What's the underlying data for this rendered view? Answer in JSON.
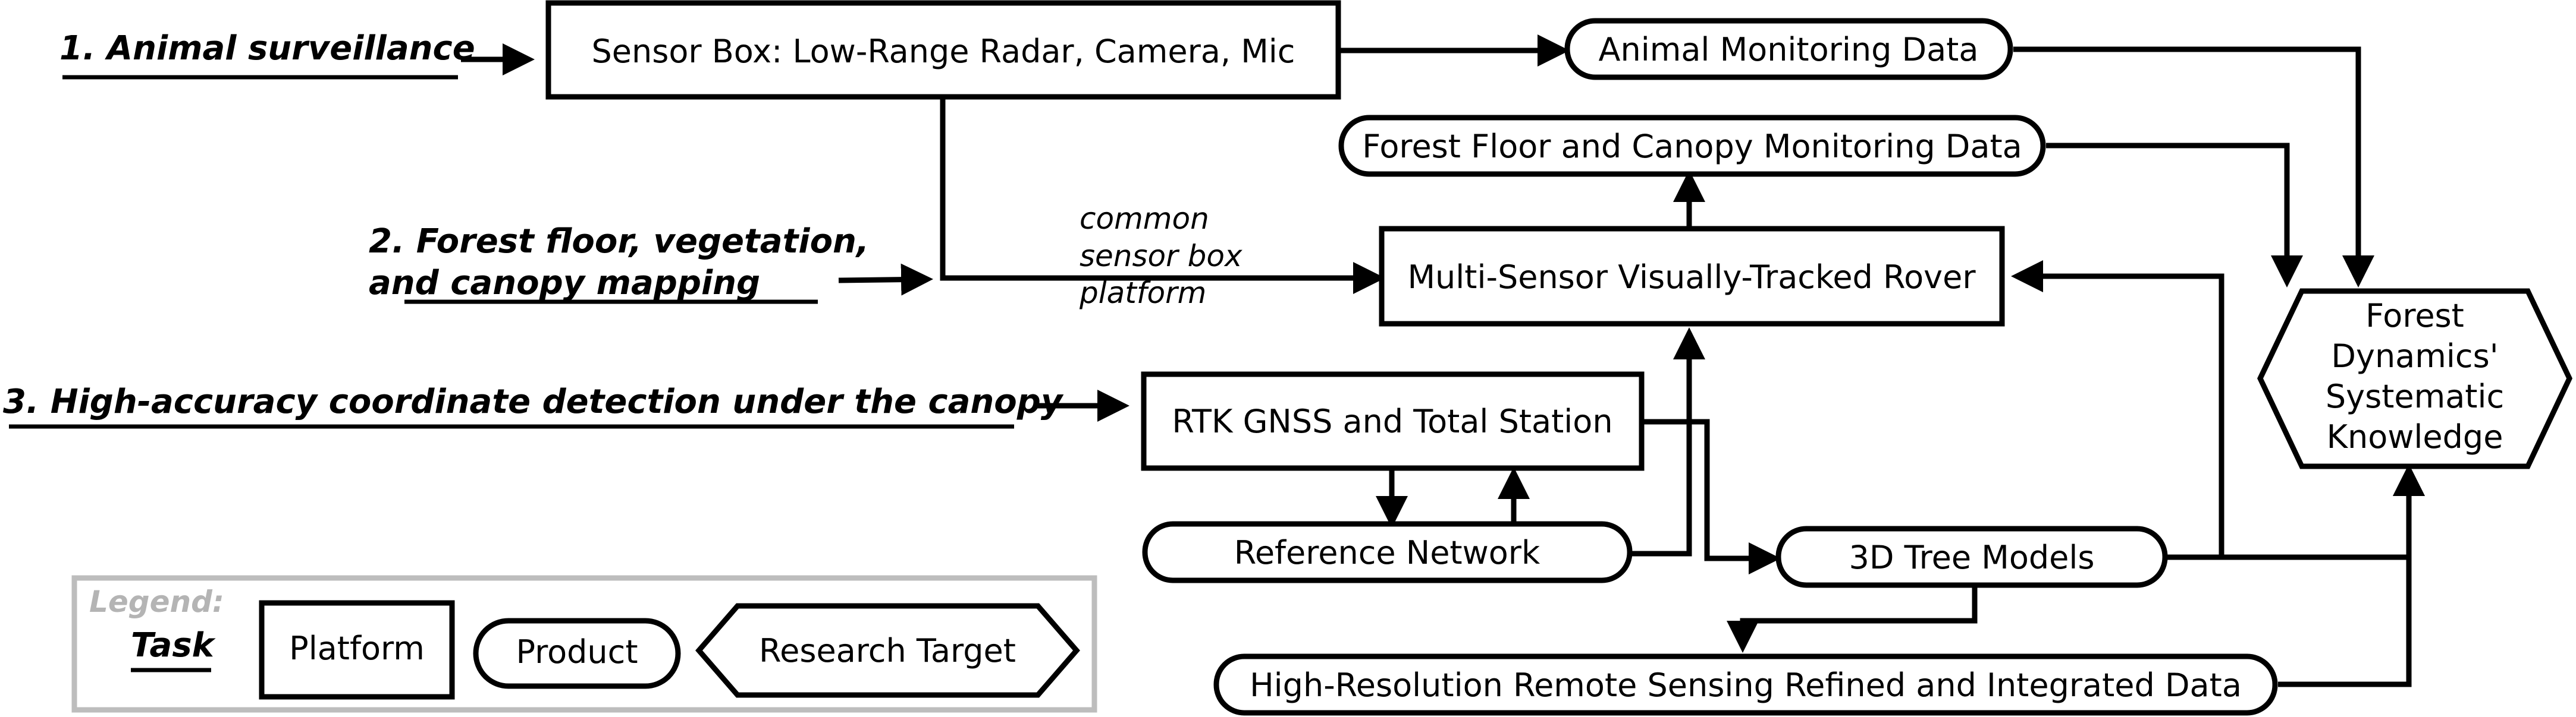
{
  "tasks": {
    "t1": "1. Animal surveillance",
    "t2_line1": "2. Forest floor, vegetation,",
    "t2_line2": "and canopy mapping",
    "t3": "3. High-accuracy coordinate detection under the canopy"
  },
  "platforms": {
    "sensor_box": "Sensor Box: Low-Range Radar, Camera, Mic",
    "rover": "Multi-Sensor Visually-Tracked Rover",
    "rtk": "RTK GNSS and Total Station"
  },
  "products": {
    "animal_data": "Animal Monitoring Data",
    "forest_data": "Forest Floor and Canopy Monitoring Data",
    "reference_network": "Reference Network",
    "tree_models": "3D Tree Models",
    "hires_data": "High-Resolution Remote Sensing Refined and Integrated Data"
  },
  "target": {
    "line1": "Forest",
    "line2": "Dynamics'",
    "line3": "Systematic",
    "line4": "Knowledge"
  },
  "annotation": {
    "line1": "common",
    "line2": "sensor box",
    "line3": "platform"
  },
  "legend": {
    "heading": "Legend:",
    "task": "Task",
    "platform": "Platform",
    "product": "Product",
    "research_target": "Research Target"
  }
}
